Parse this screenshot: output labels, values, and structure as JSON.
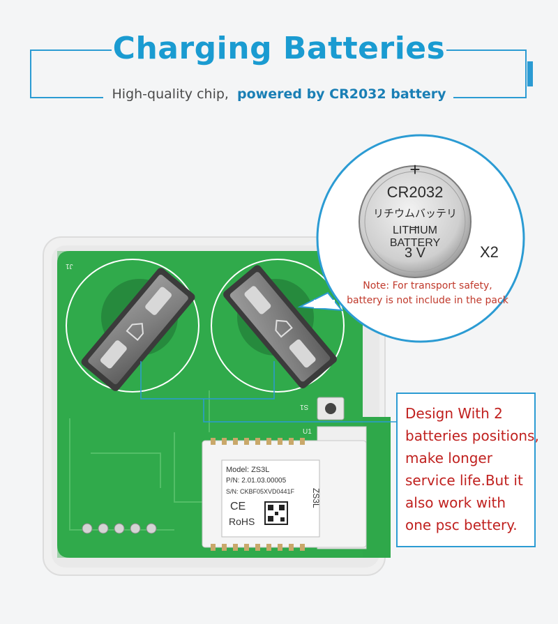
{
  "header": {
    "title": "Charging Batteries",
    "subtitle_plain": "High-quality chip,",
    "subtitle_accent": "powered by CR2032 battery"
  },
  "battery": {
    "polarity": "+",
    "model": "CR2032",
    "japanese": "リチウムバッテリー",
    "chemistry": "LITHIUM BATTERY",
    "voltage": "3 V",
    "quantity": "X2"
  },
  "note": {
    "line1": "Note: For transport safety,",
    "line2": "battery is not include in the pack"
  },
  "design_box": {
    "lines": [
      "Design With 2",
      "batteries positions,",
      "make longer",
      "service life.But it",
      "also work with",
      "one psc bettery."
    ]
  },
  "module": {
    "model": "Model: ZS3L",
    "pn": "P/N: 2.01.03.00005",
    "sn": "S/N: CKBF05XVD0441F",
    "ce": "CE",
    "rohs": "RoHS",
    "side_label": "ZS3L"
  },
  "pcb_labels": {
    "j1": "J1",
    "s1": "S1",
    "u1": "U1"
  },
  "colors": {
    "brand_blue": "#1a9bd1",
    "accent_red": "#c0211f",
    "pcb_green": "#2fa84a"
  }
}
